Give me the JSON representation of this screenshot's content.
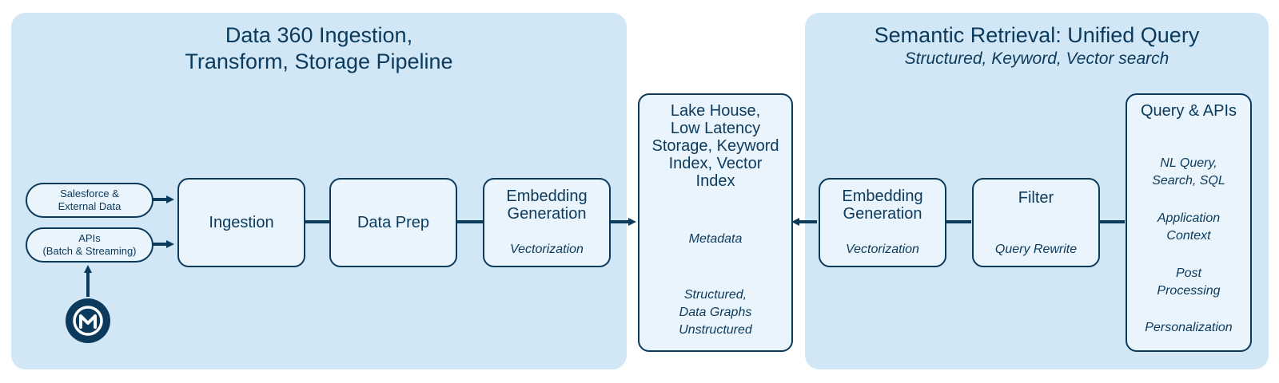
{
  "left_panel": {
    "title_line1": "Data 360 Ingestion,",
    "title_line2": "Transform, Storage Pipeline"
  },
  "right_panel": {
    "title": "Semantic Retrieval: Unified Query",
    "subtitle": "Structured, Keyword, Vector search"
  },
  "sources": {
    "salesforce_line1": "Salesforce &",
    "salesforce_line2": "External Data",
    "apis_line1": "APIs",
    "apis_line2": "(Batch & Streaming)"
  },
  "ingestion": {
    "title": "Ingestion"
  },
  "data_prep": {
    "title": "Data Prep"
  },
  "embedding_left": {
    "title_line1": "Embedding",
    "title_line2": "Generation",
    "sub": "Vectorization"
  },
  "lakehouse": {
    "title_lines": [
      "Lake House,",
      "Low Latency",
      "Storage, Keyword",
      "Index, Vector",
      "Index"
    ],
    "metadata": "Metadata",
    "data_lines": [
      "Structured,",
      "Data Graphs",
      "Unstructured"
    ]
  },
  "embedding_right": {
    "title_line1": "Embedding",
    "title_line2": "Generation",
    "sub": "Vectorization"
  },
  "filter": {
    "title": "Filter",
    "sub": "Query Rewrite"
  },
  "query_apis": {
    "title": "Query & APIs",
    "nl_line1": "NL Query,",
    "nl_line2": "Search, SQL",
    "app_line1": "Application",
    "app_line2": "Context",
    "post_line1": "Post",
    "post_line2": "Processing",
    "personalization": "Personalization"
  },
  "colors": {
    "panel_bg": "#d2e7f6",
    "box_bg": "#eaf4fc",
    "stroke": "#0b3a5c",
    "text": "#0b3a5c"
  },
  "icons": {
    "mulesoft": "mulesoft-logo-icon"
  }
}
